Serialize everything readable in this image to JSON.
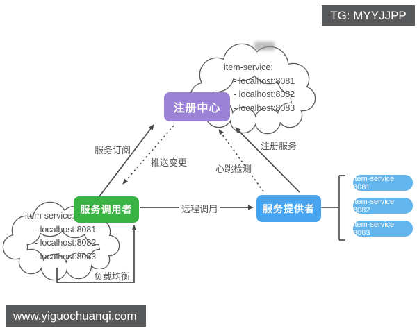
{
  "watermark": {
    "tg_badge": "TG: MYYJJPP",
    "site": "www.yiguochuanqi.com"
  },
  "nodes": {
    "registry": "注册中心",
    "consumer": "服务调用者",
    "provider": "服务提供者"
  },
  "edges": {
    "subscribe": "服务订阅",
    "push_change": "推送变更",
    "heartbeat": "心跳检测",
    "register": "注册服务",
    "remote_call": "远程调用",
    "load_balance": "负载均衡"
  },
  "clouds": {
    "top": {
      "title": "item-service:",
      "items": [
        "- localhost:8081",
        "- localhost:8082",
        "- localhost:8083"
      ]
    },
    "bottom": {
      "title": "item-service:",
      "items": [
        "- localhost:8081",
        "- localhost:8082",
        "- localhost:8083"
      ]
    }
  },
  "instances": [
    "item-service 8081",
    "item-service 8082",
    "item-service 8083"
  ],
  "colors": {
    "registry": "#9b82d6",
    "consumer": "#3bb344",
    "provider": "#49a4ef",
    "instance": "#63b5ee",
    "line": "#4a4a4a",
    "label_text": "#555555",
    "watermark_bg": "#58595b"
  }
}
